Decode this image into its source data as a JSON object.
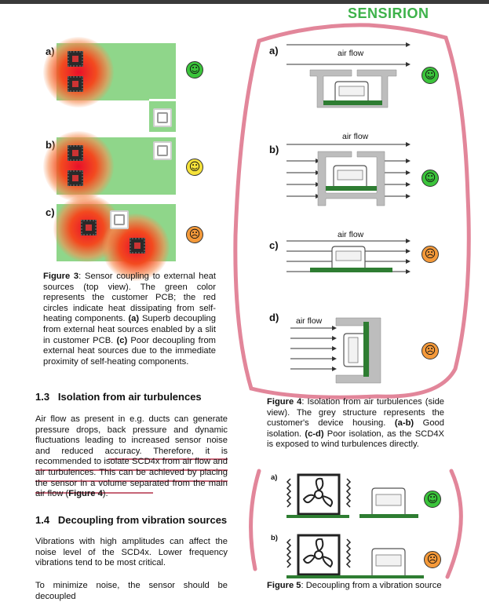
{
  "header": {
    "logo_text": "SENSIRION"
  },
  "figure3": {
    "panel_labels": [
      "a)",
      "b)",
      "c)"
    ],
    "caption_label": "Figure 3",
    "caption_text": ": Sensor coupling to external heat sources (top view). The green color represents the customer PCB; the red circles indicate heat dissipating from self-heating components. ",
    "caption_a": "(a)",
    "caption_a_text": " Superb decoupling from external heat sources enabled by a slit in customer PCB. ",
    "caption_c": "(c)",
    "caption_c_text": " Poor decoupling from external heat sources due to the immediate proximity of self-heating components.",
    "ratings": [
      "good",
      "neutral",
      "bad"
    ]
  },
  "figure4": {
    "panel_labels": [
      "a)",
      "b)",
      "c)",
      "d)"
    ],
    "air_flow_label": "air flow",
    "caption_label": "Figure 4",
    "caption_text": ": Isolation from air turbulences (side view). The grey structure represents the customer's device housing. ",
    "caption_ab": "(a-b)",
    "caption_ab_text": " Good isolation. ",
    "caption_cd": "(c-d)",
    "caption_cd_text": " Poor isolation, as the SCD4X is exposed to wind turbulences directly.",
    "ratings": [
      "good",
      "good",
      "bad",
      "bad"
    ]
  },
  "figure5": {
    "panel_labels": [
      "a)",
      "b)"
    ],
    "caption_partial": "Figure 5: Decoupling from a vibration source",
    "ratings": [
      "good",
      "bad"
    ]
  },
  "section13": {
    "heading": "1.3   Isolation from air turbulences",
    "para_plain": "Air flow as present in e.g. ducts can generate pressure drops, back pressure and dynamic fluctuations leading to increased sensor noise and reduced accuracy. ",
    "para_underlined": "Therefore, it is recommended to isolate SCD4x from air flow and air turbulences. This can be achieved by placing the sensor in a volume separated from the main air flow",
    "para_end": " (",
    "para_ref": "Figure 4",
    "para_close": ")."
  },
  "section14": {
    "heading": "1.4   Decoupling from vibration sources",
    "para1": "Vibrations with high amplitudes can affect the noise level of the SCD4x. Lower frequency vibrations tend to be most critical.",
    "para2_partial": "To minimize noise, the sensor should be decoupled"
  },
  "colors": {
    "brand_green": "#3db24a",
    "pcb_green": "#8fd68a",
    "annotation_pink": "#e2869a",
    "housing_grey": "#bdbdbd"
  }
}
